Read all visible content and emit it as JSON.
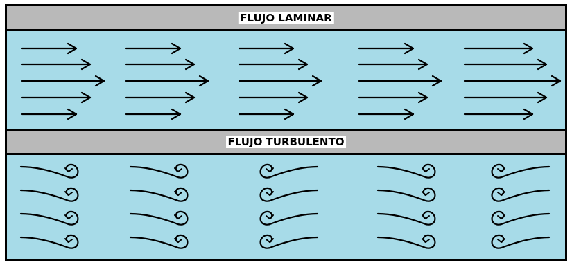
{
  "laminar": {
    "title": "FLUJO LAMINAR",
    "arrow_columns": 5,
    "arrows_per_column": 5,
    "color_band": "#b9b9b9",
    "color_fluid": "#a7dbe8",
    "arrow_color": "#000000"
  },
  "turbulent": {
    "title": "FLUJO TURBULENTO",
    "eddy_columns": 5,
    "eddies_per_column": 4,
    "eddy_icon": "swirl-icon"
  }
}
